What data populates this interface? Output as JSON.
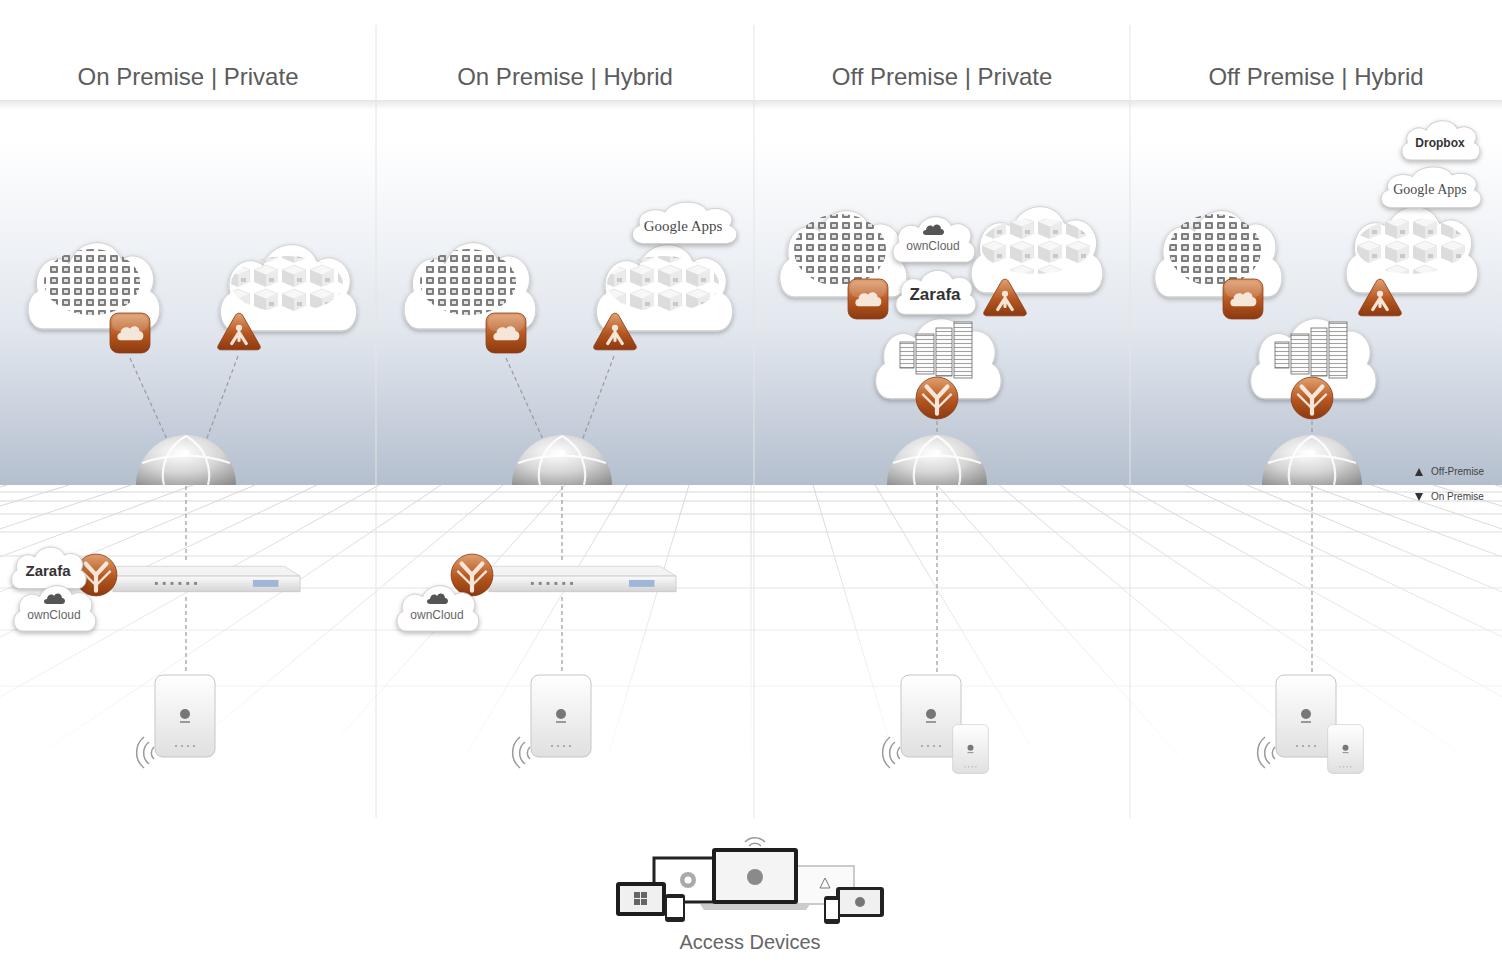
{
  "diagram": {
    "nodes": [
      {
        "text": [
          "On Premise | Private"
        ]
      },
      {
        "text": [
          "Zarafa"
        ],
        "in": 0
      },
      {
        "text": [
          "ownCloud"
        ],
        "in": 0
      },
      {
        "text": [
          "On Premise | Hybrid"
        ]
      },
      {
        "text": [
          "Google Apps"
        ],
        "in": 3
      },
      {
        "text": [
          "ownCloud"
        ],
        "in": 3
      },
      {
        "text": [
          "Off Premise | Private"
        ]
      },
      {
        "text": [
          "ownCloud"
        ],
        "in": 6
      },
      {
        "text": [
          "Zarafa"
        ],
        "in": 6
      },
      {
        "text": [
          "Off Premise | Hybrid"
        ]
      },
      {
        "text": [
          "Dropbox"
        ],
        "in": 9
      },
      {
        "text": [
          "Google Apps"
        ],
        "in": 9
      }
    ],
    "labels": [
      "Access Devices"
    ],
    "legend": [
      {
        "text": "Off-Premise"
      },
      {
        "text": "On Premise"
      }
    ]
  }
}
